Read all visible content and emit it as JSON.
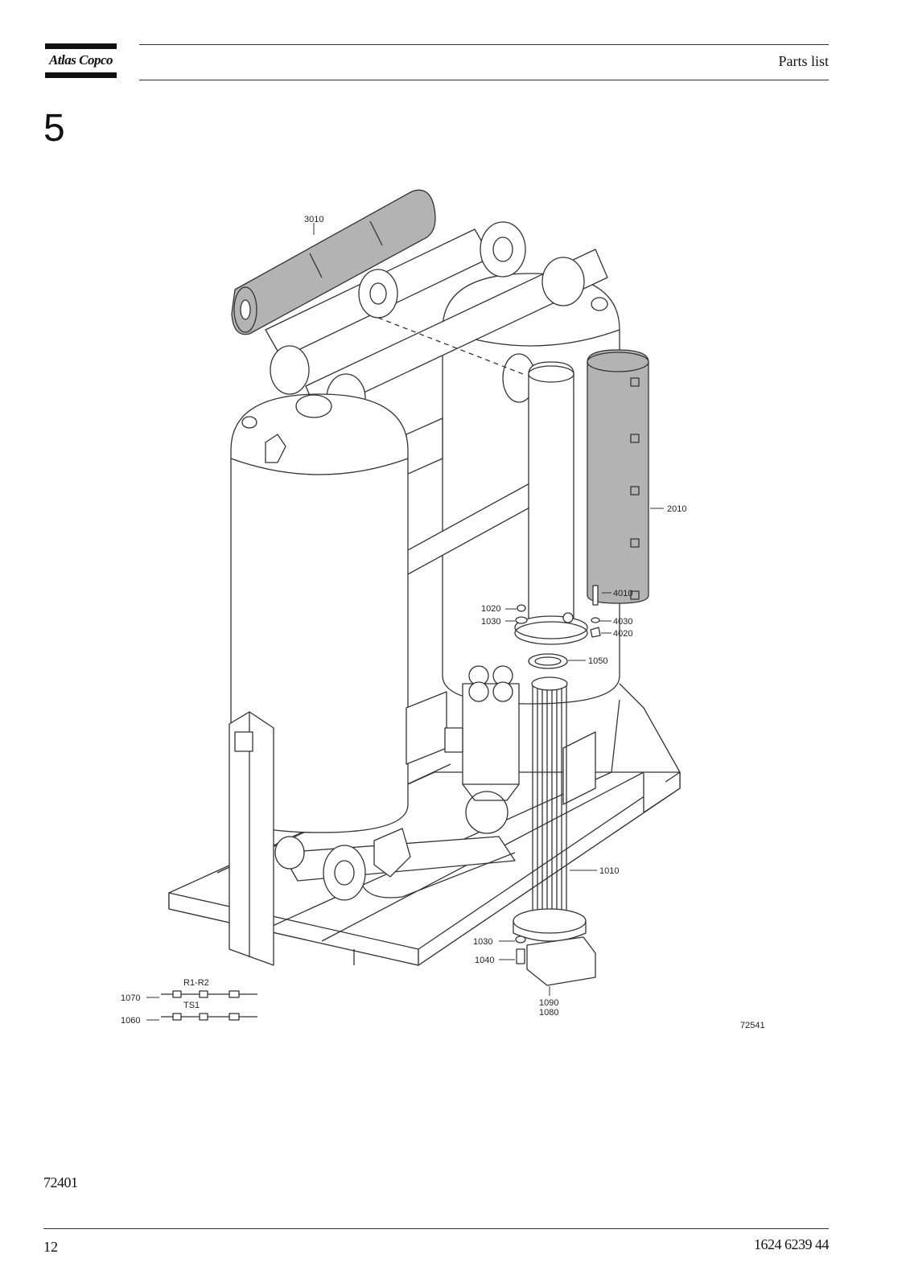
{
  "header": {
    "logo_text": "Atlas Copco",
    "section_title": "Parts list"
  },
  "chapter_number": "5",
  "callouts": {
    "c3010": "3010",
    "c2010": "2010",
    "c4010": "4010",
    "c1020": "1020",
    "c1030a": "1030",
    "c4030": "4030",
    "c4020": "4020",
    "c1050": "1050",
    "c1010": "1010",
    "c1030b": "1030",
    "c1040": "1040",
    "c1090": "1090",
    "c1080": "1080",
    "c1070": "1070",
    "c1060": "1060",
    "r1r2": "R1-R2",
    "ts1": "TS1",
    "image_ref": "72541"
  },
  "drawing_id": "72401",
  "footer": {
    "page_number": "12",
    "document_number": "1624 6239 44"
  },
  "colors": {
    "line": "#333333",
    "highlight_fill": "#b3b3b3",
    "fill": "#ffffff"
  }
}
